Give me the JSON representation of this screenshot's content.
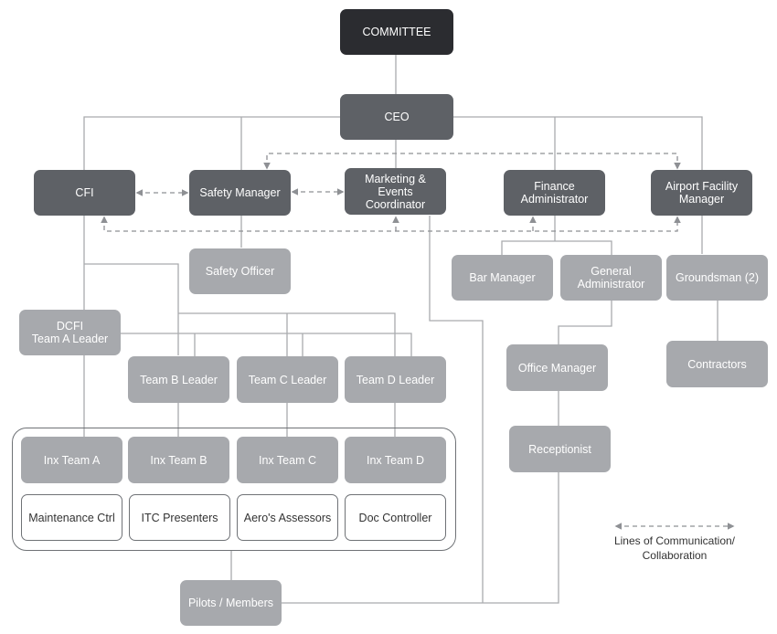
{
  "nodes": {
    "committee": "COMMITTEE",
    "ceo": "CEO",
    "cfi": "CFI",
    "safety_manager": "Safety Manager",
    "marketing": "Marketing &\nEvents\nCoordinator",
    "finance": "Finance\nAdministrator",
    "airport_facility": "Airport Facility\nManager",
    "safety_officer": "Safety Officer",
    "bar_manager": "Bar Manager",
    "general_admin": "General\nAdministrator",
    "groundsman": "Groundsman (2)",
    "dcfi": "DCFI\nTeam A Leader",
    "team_b_leader": "Team B Leader",
    "team_c_leader": "Team C Leader",
    "team_d_leader": "Team D Leader",
    "office_manager": "Office Manager",
    "contractors": "Contractors",
    "inx_team_a": "Inx Team A",
    "inx_team_b": "Inx Team B",
    "inx_team_c": "Inx Team C",
    "inx_team_d": "Inx Team D",
    "receptionist": "Receptionist",
    "maintenance_ctrl": "Maintenance Ctrl",
    "itc_presenters": "ITC Presenters",
    "aeros_assessors": "Aero's Assessors",
    "doc_controller": "Doc Controller",
    "pilots_members": "Pilots / Members"
  },
  "legend": {
    "label": "Lines of Communication/\nCollaboration"
  },
  "colors": {
    "committee": "#2b2c30",
    "management": "#5e6166",
    "staff": "#a7a9ad",
    "line": "#a9abae",
    "dashed": "#8e9094"
  }
}
